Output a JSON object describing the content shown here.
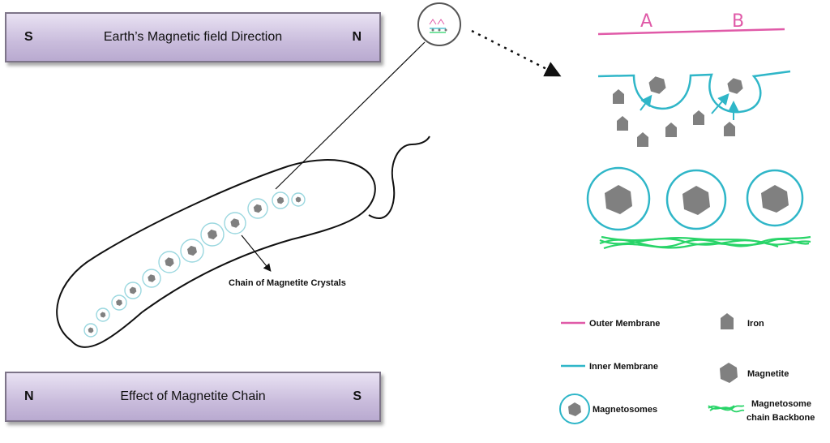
{
  "top_bar": {
    "left_pole": "S",
    "title": "Earth’s Magnetic field Direction",
    "right_pole": "N"
  },
  "bottom_bar": {
    "left_pole": "N",
    "title": "Effect of Magnetite Chain",
    "right_pole": "S"
  },
  "chain_label": "Chain of Magnetite Crystals",
  "column_labels": [
    "A",
    "B"
  ],
  "legend": {
    "outer_membrane": "Outer Membrane",
    "inner_membrane": "Inner Membrane",
    "magnetosomes": "Magnetosomes",
    "iron": "Iron",
    "magnetite": "Magnetite",
    "backbone_line1": "Magnetosome",
    "backbone_line2": "chain Backbone"
  },
  "colors": {
    "outer_membrane": "#e05aa8",
    "inner_membrane": "#2fb6c8",
    "backbone": "#28d468",
    "iron": "#808080",
    "bar_border": "#7d7488"
  }
}
